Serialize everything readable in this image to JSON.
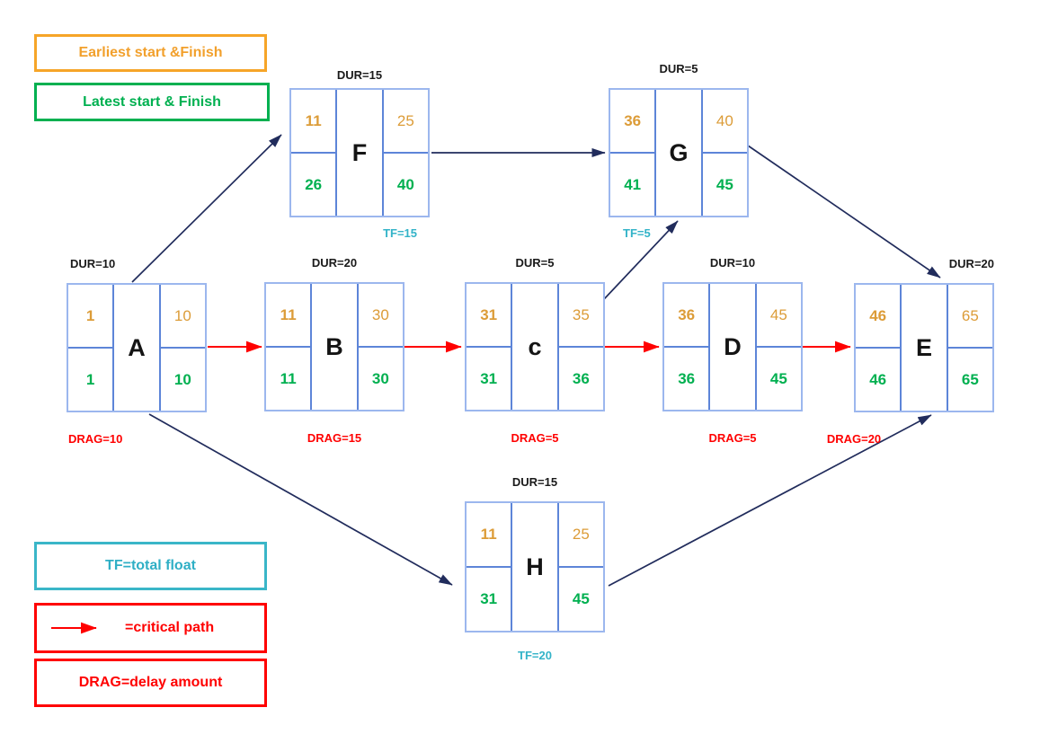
{
  "legend": {
    "earliest": "Earliest start &Finish",
    "latest": "Latest start & Finish",
    "total_float": "TF=total float",
    "critical_path": "=critical path",
    "drag": "DRAG=delay amount"
  },
  "colors": {
    "earliest_orange": "#F2A02C",
    "latest_green": "#00B050",
    "total_float_teal": "#33B3C8",
    "critical_red": "#FF0000",
    "connector_navy": "#212C5C",
    "node_border_blue": "#9CB7EE",
    "node_divider_blue": "#5D85D8"
  },
  "nodes": [
    {
      "letter": "A",
      "dur": "DUR=10",
      "es": "1",
      "ef": "10",
      "ls": "1",
      "lf": "10",
      "drag": "DRAG=10"
    },
    {
      "letter": "B",
      "dur": "DUR=20",
      "es": "11",
      "ef": "30",
      "ls": "11",
      "lf": "30",
      "drag": "DRAG=15"
    },
    {
      "letter": "c",
      "dur": "DUR=5",
      "es": "31",
      "ef": "35",
      "ls": "31",
      "lf": "36",
      "drag": "DRAG=5"
    },
    {
      "letter": "D",
      "dur": "DUR=10",
      "es": "36",
      "ef": "45",
      "ls": "36",
      "lf": "45",
      "drag": "DRAG=5"
    },
    {
      "letter": "E",
      "dur": "DUR=20",
      "es": "46",
      "ef": "65",
      "ls": "46",
      "lf": "65",
      "drag": "DRAG=20"
    },
    {
      "letter": "F",
      "dur": "DUR=15",
      "es": "11",
      "ef": "25",
      "ls": "26",
      "lf": "40",
      "tf": "TF=15"
    },
    {
      "letter": "G",
      "dur": "DUR=5",
      "es": "36",
      "ef": "40",
      "ls": "41",
      "lf": "45",
      "tf": "TF=5"
    },
    {
      "letter": "H",
      "dur": "DUR=15",
      "es": "11",
      "ef": "25",
      "ls": "31",
      "lf": "45",
      "tf": "TF=20"
    }
  ]
}
